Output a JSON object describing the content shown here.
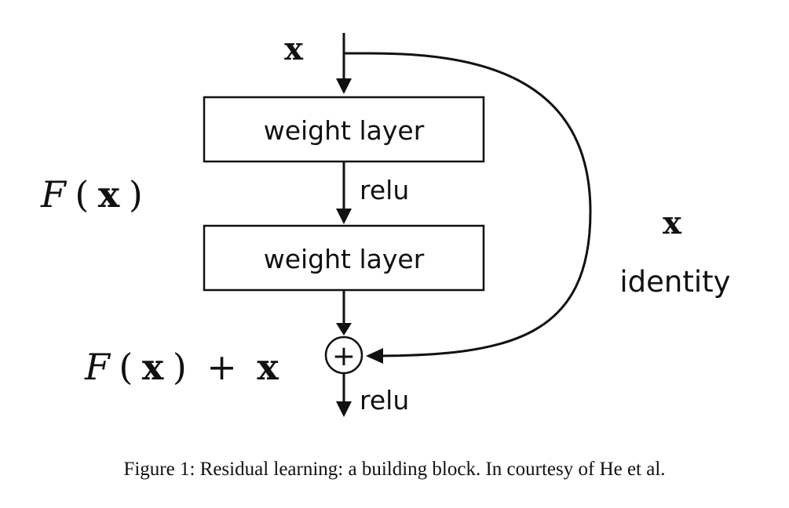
{
  "diagram": {
    "input_label": "x",
    "layer1_label": "weight layer",
    "activation1_label": "relu",
    "layer2_label": "weight layer",
    "residual_fn_script": "F",
    "residual_fn_open": "(",
    "residual_fn_var": "x",
    "residual_fn_close": ")",
    "output_fn_script": "F",
    "output_fn_open": "(",
    "output_fn_var": "x",
    "output_fn_close": ")",
    "output_plus": "+",
    "output_var": "x",
    "skip_var_label": "x",
    "skip_text_label": "identity",
    "sum_symbol": "+",
    "activation2_label": "relu"
  },
  "caption": "Figure 1: Residual learning: a building block. In courtesy of He et al."
}
